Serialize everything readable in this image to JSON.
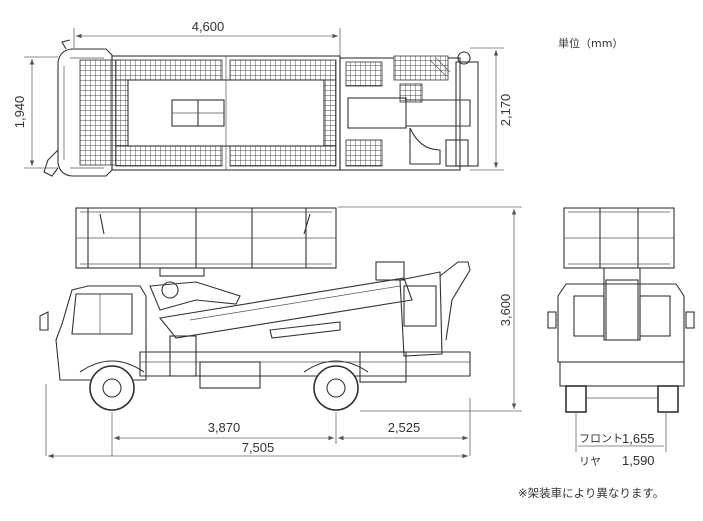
{
  "units_label": "単位（mm）",
  "footnote": "※架装車により異なります。",
  "dimensions": {
    "top_length": "4,600",
    "top_cab_width": "1,940",
    "top_overall_width": "2,170",
    "overall_height": "3,600",
    "wheelbase": "3,870",
    "rear_overhang": "2,525",
    "overall_length": "7,505"
  },
  "tread": {
    "front_label": "フロント",
    "front_value": "1,655",
    "rear_label": "リヤ",
    "rear_value": "1,590"
  },
  "colors": {
    "line": "#333333",
    "dimension": "#666666",
    "background": "#ffffff"
  }
}
